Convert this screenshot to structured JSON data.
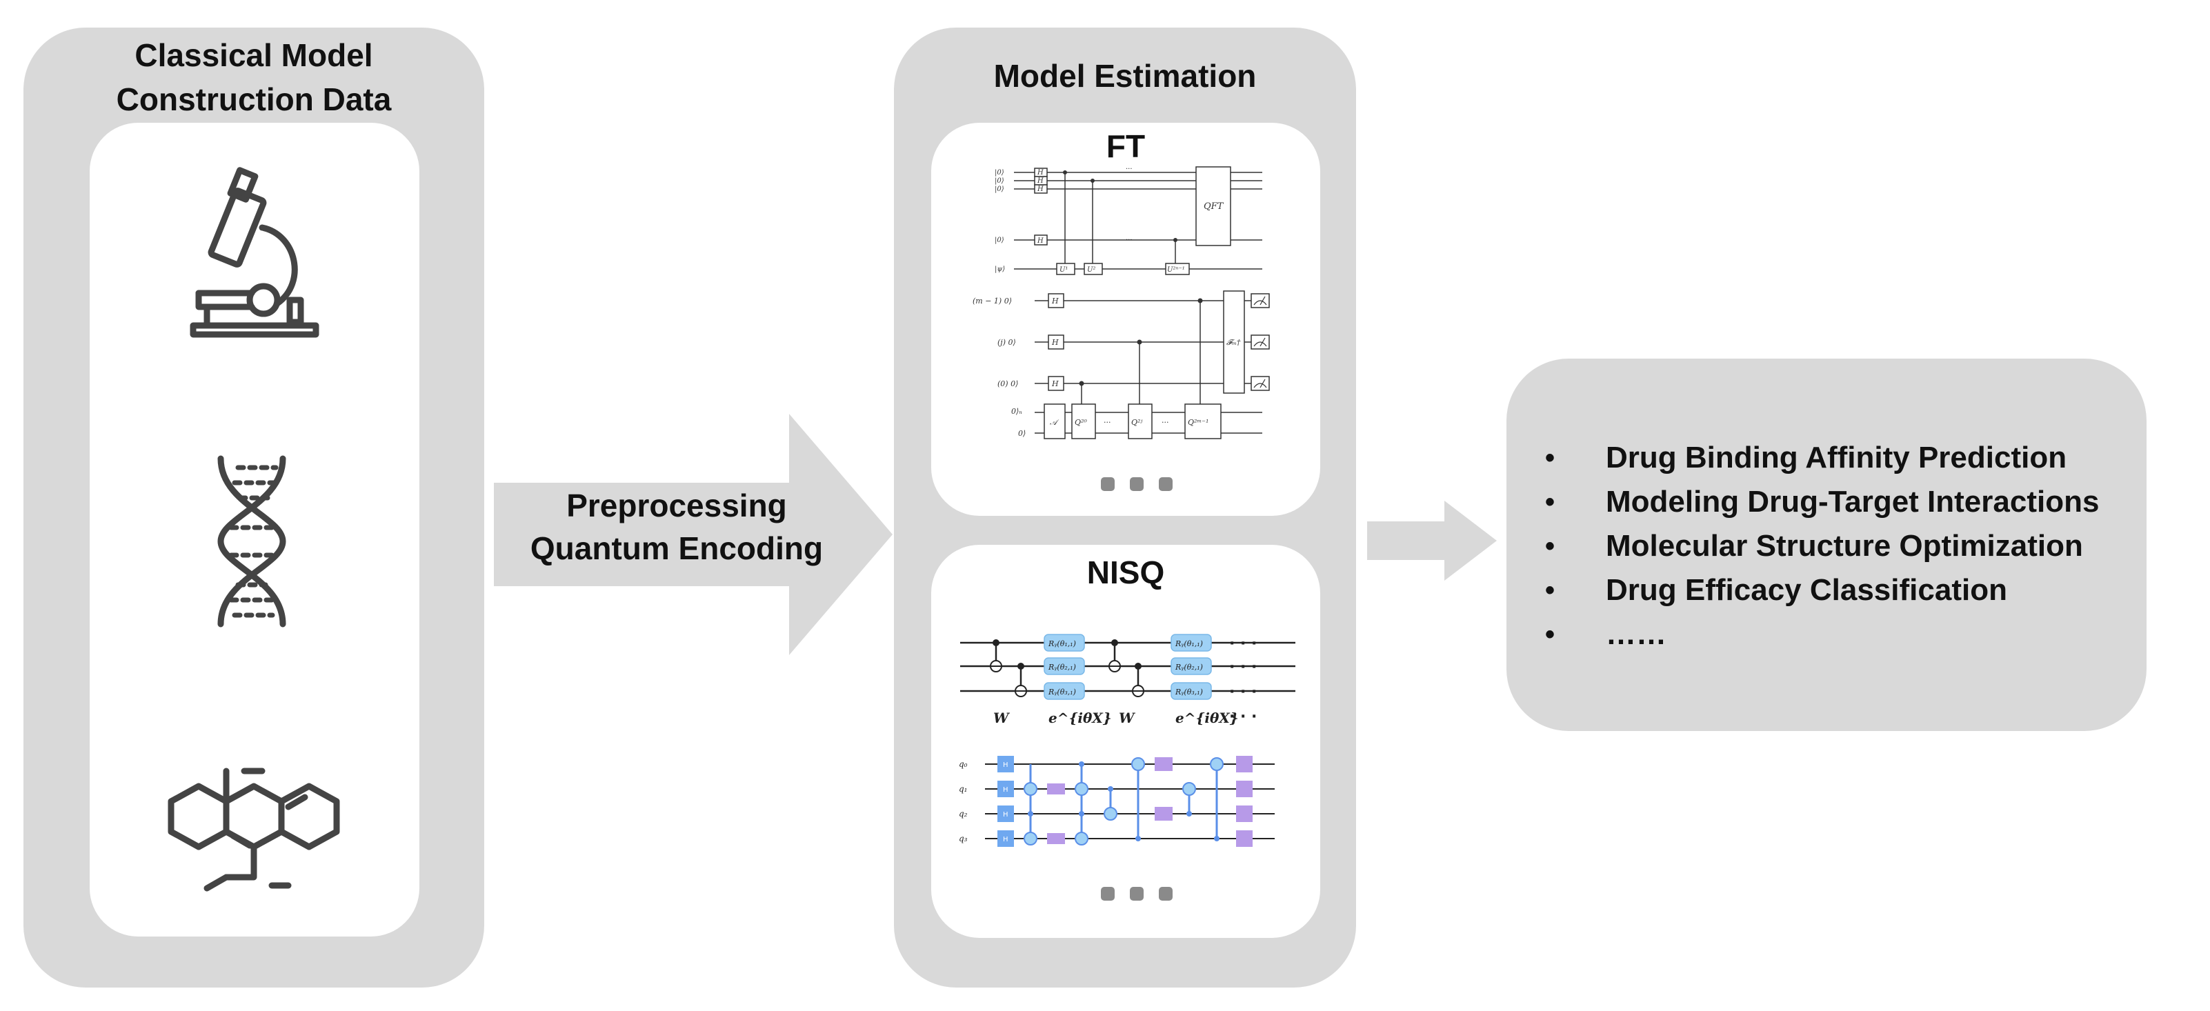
{
  "left_panel": {
    "title_line1": "Classical Model",
    "title_line2": "Construction Data"
  },
  "icons": [
    "microscope-icon",
    "dna-icon",
    "molecule-icon"
  ],
  "arrow_big": {
    "line1": "Preprocessing",
    "line2": "Quantum Encoding"
  },
  "middle_panel": {
    "title": "Model Estimation",
    "ft": {
      "title": "FT",
      "circuit1": {
        "ket0": "|0⟩",
        "ket_psi": "|ψ⟩",
        "gate_h": "H",
        "qft": "QFT",
        "u1": "U¹",
        "u2": "U²",
        "un": "U²ⁿ⁻¹",
        "ellipsis": "···"
      },
      "circuit2": {
        "label_top": "(m − 1)  0⟩",
        "label_mid": "(j)  0⟩",
        "label_low": "(0)  0⟩",
        "gate_a": "𝒜",
        "q0": "Q²⁰",
        "qj": "Q²ʲ",
        "qm": "Q²ᵐ⁻¹",
        "f": "𝓕ₘ†",
        "ket_n": "0⟩ₙ",
        "ket_1": "0⟩"
      }
    },
    "nisq": {
      "title": "NISQ",
      "circuit1": {
        "ry1": "Rᵧ(θ₁,₁)",
        "ry2": "Rᵧ(θ₂,₁)",
        "ry3": "Rᵧ(θ₃,₁)",
        "w": "W",
        "exp": "e^{iθX}",
        "ellipsis": "· · ·"
      },
      "circuit2": {
        "q0": "q₀",
        "q1": "q₁",
        "q2": "q₂",
        "q3": "q₃",
        "h": "H"
      }
    }
  },
  "applications": [
    "Drug Binding Affinity Prediction",
    "Modeling Drug-Target Interactions",
    "Molecular Structure Optimization",
    "Drug Efficacy Classification",
    "……"
  ],
  "colors": {
    "panel": "#d9d9d9",
    "gate_blue": "#6fa8f0",
    "gate_lightblue": "#9fd1f5",
    "gate_purple": "#b79ae8",
    "line_blue": "#5a8fe8",
    "icon": "#444444",
    "dots": "#8a8a8a"
  }
}
